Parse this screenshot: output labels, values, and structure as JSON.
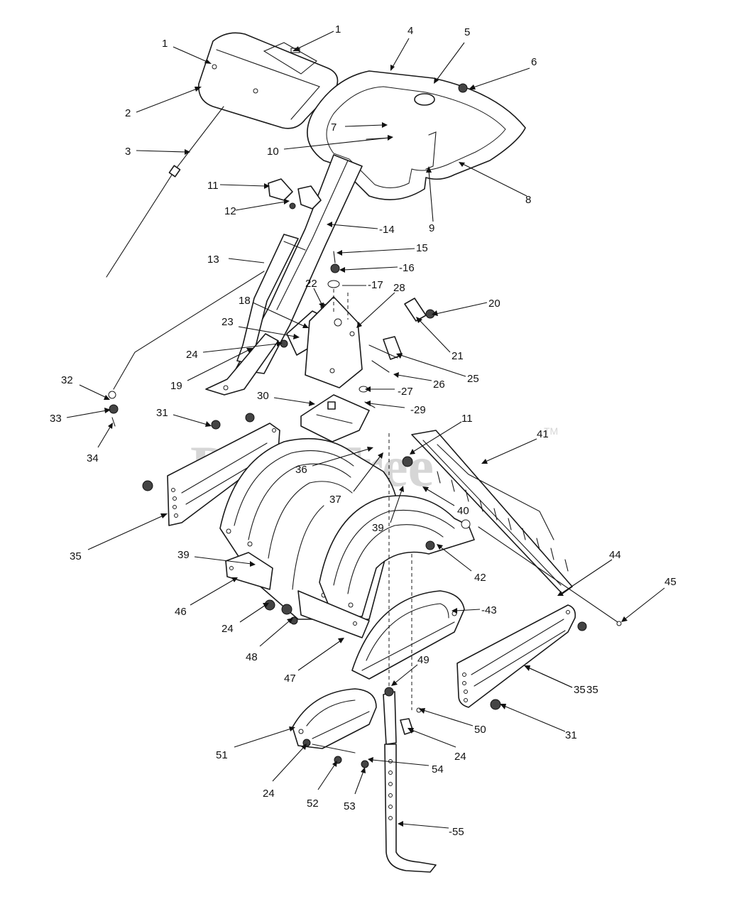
{
  "watermark": {
    "text": "PartsTree",
    "tm": "TM"
  },
  "callouts": [
    {
      "label": "1"
    },
    {
      "label": "1"
    },
    {
      "label": "2"
    },
    {
      "label": "3"
    },
    {
      "label": "4"
    },
    {
      "label": "5"
    },
    {
      "label": "6"
    },
    {
      "label": "7"
    },
    {
      "label": "8"
    },
    {
      "label": "9"
    },
    {
      "label": "10"
    },
    {
      "label": "11"
    },
    {
      "label": "12"
    },
    {
      "label": "13"
    },
    {
      "label": "14"
    },
    {
      "label": "15"
    },
    {
      "label": "16"
    },
    {
      "label": "17"
    },
    {
      "label": "18"
    },
    {
      "label": "19"
    },
    {
      "label": "20"
    },
    {
      "label": "21"
    },
    {
      "label": "22"
    },
    {
      "label": "23"
    },
    {
      "label": "24"
    },
    {
      "label": "25"
    },
    {
      "label": "26"
    },
    {
      "label": "27"
    },
    {
      "label": "28"
    },
    {
      "label": "29"
    },
    {
      "label": "30"
    },
    {
      "label": "31"
    },
    {
      "label": "32"
    },
    {
      "label": "33"
    },
    {
      "label": "34"
    },
    {
      "label": "35"
    },
    {
      "label": "36"
    },
    {
      "label": "37"
    },
    {
      "label": "11"
    },
    {
      "label": "41"
    },
    {
      "label": "40"
    },
    {
      "label": "39"
    },
    {
      "label": "42"
    },
    {
      "label": "35"
    },
    {
      "label": "39"
    },
    {
      "label": "46"
    },
    {
      "label": "24"
    },
    {
      "label": "48"
    },
    {
      "label": "47"
    },
    {
      "label": "43"
    },
    {
      "label": "44"
    },
    {
      "label": "45"
    },
    {
      "label": "35"
    },
    {
      "label": "31"
    },
    {
      "label": "49"
    },
    {
      "label": "50"
    },
    {
      "label": "24"
    },
    {
      "label": "51"
    },
    {
      "label": "24"
    },
    {
      "label": "52"
    },
    {
      "label": "53"
    },
    {
      "label": "54"
    },
    {
      "label": "55"
    }
  ]
}
